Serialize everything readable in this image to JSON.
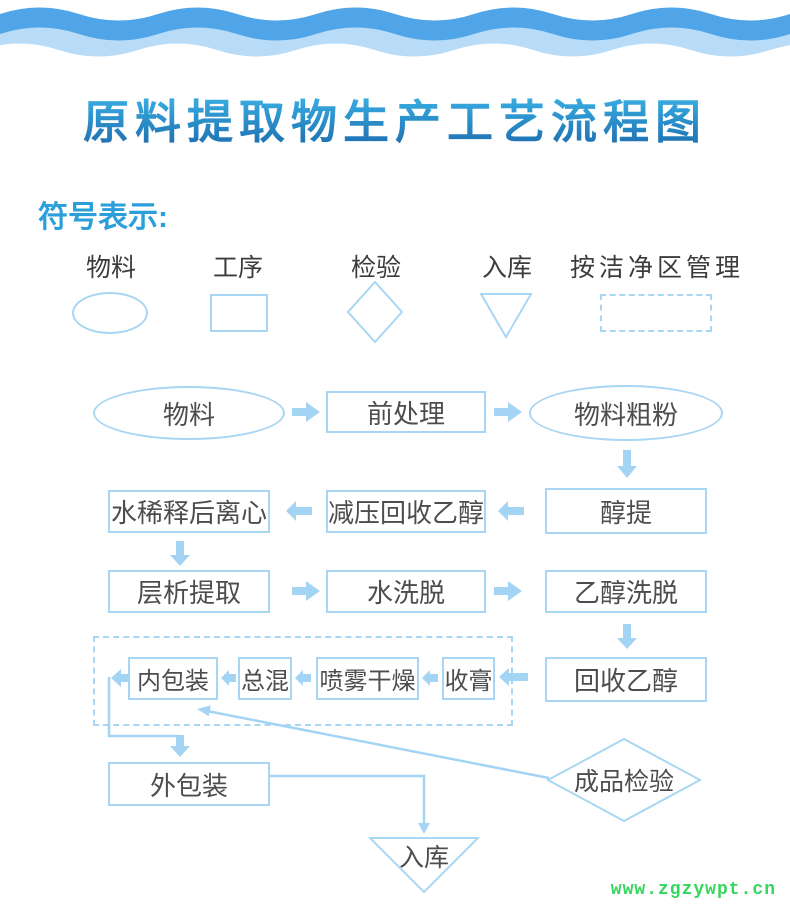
{
  "page": {
    "title": "原料提取物生产工艺流程图",
    "watermark": "www.zgzywpt.cn"
  },
  "colors": {
    "outline_blue": "#a9d6f3",
    "arrow_blue": "#a4d4f4",
    "wave_dark": "#4fa5e7",
    "wave_light": "#b8dcf7",
    "title_gradient_top": "#3fbcec",
    "title_gradient_bottom": "#1a67ab",
    "heading_blue": "#2b9fd9",
    "node_text": "#4d4d4d",
    "watermark_green": "#35d65c"
  },
  "legend": {
    "heading": "符号表示:",
    "items": [
      {
        "label": "物料",
        "shape": "ellipse"
      },
      {
        "label": "工序",
        "shape": "rectangle"
      },
      {
        "label": "检验",
        "shape": "diamond"
      },
      {
        "label": "入库",
        "shape": "triangle-down"
      },
      {
        "label": "按洁净区管理",
        "shape": "dashed-rectangle"
      }
    ]
  },
  "flow": {
    "material": "物料",
    "pretreatment": "前处理",
    "coarse_powder": "物料粗粉",
    "alcohol_extraction": "醇提",
    "vacuum_ethanol_recovery": "减压回收乙醇",
    "water_dilution_centrifuge": "水稀释后离心",
    "chromatography_extraction": "层析提取",
    "water_elution": "水洗脱",
    "ethanol_elution": "乙醇洗脱",
    "ethanol_recovery": "回收乙醇",
    "paste_collection": "收膏",
    "spray_drying": "喷雾干燥",
    "total_blending": "总混",
    "inner_packaging": "内包装",
    "outer_packaging": "外包装",
    "finished_inspection": "成品检验",
    "warehousing": "入库"
  }
}
